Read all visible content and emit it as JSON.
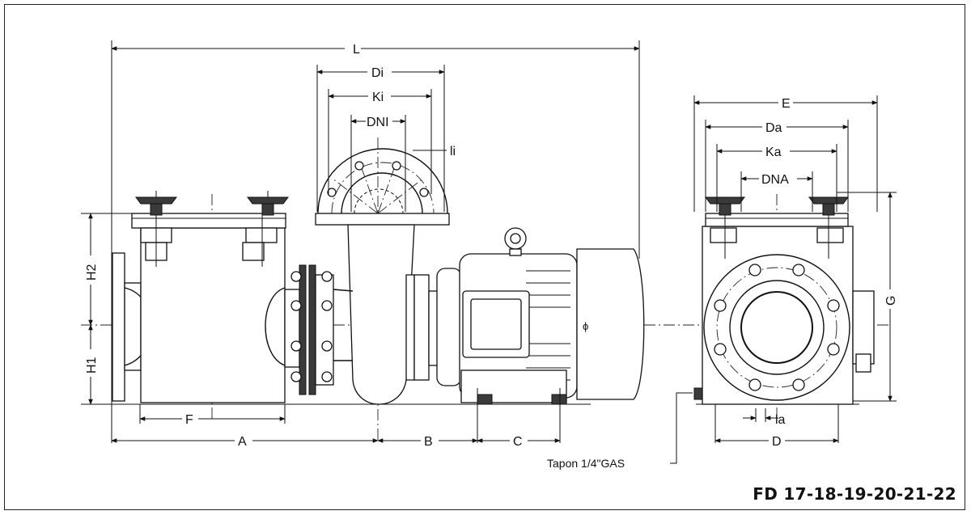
{
  "drawing": {
    "model_title": "FD 17-18-19-20-21-22",
    "dimensions": {
      "L": "L",
      "Di": "Di",
      "Ki": "Ki",
      "DNI": "DNI",
      "li": "li",
      "E": "E",
      "Da": "Da",
      "Ka": "Ka",
      "DNA": "DNA",
      "H1": "H1",
      "H2": "H2",
      "G": "G",
      "A": "A",
      "B": "B",
      "C": "C",
      "F": "F",
      "D": "D",
      "la": "la"
    },
    "callouts": {
      "drain_plug": "Tapon 1/4\"GAS"
    }
  }
}
